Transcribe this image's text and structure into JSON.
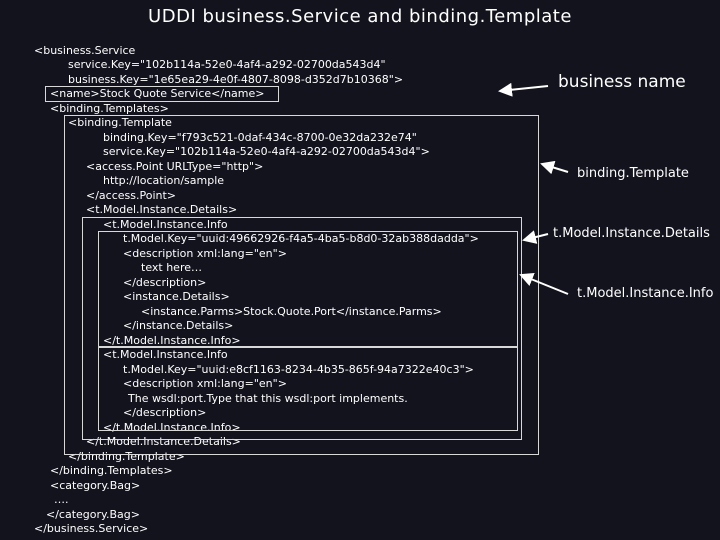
{
  "title": "UDDI business.Service and binding.Template",
  "code_lines": [
    "<business.Service",
    "service.Key=\"102b114a-52e0-4af4-a292-02700da543d4\"",
    "business.Key=\"1e65ea29-4e0f-4807-8098-d352d7b10368\">",
    "<name>Stock Quote Service</name>",
    "<binding.Templates>",
    "<binding.Template",
    "binding.Key=\"f793c521-0daf-434c-8700-0e32da232e74\"",
    "service.Key=\"102b114a-52e0-4af4-a292-02700da543d4\">",
    "<access.Point URLType=\"http\">",
    "http://location/sample",
    "</access.Point>",
    "<t.Model.Instance.Details>",
    "<t.Model.Instance.Info",
    "t.Model.Key=\"uuid:49662926-f4a5-4ba5-b8d0-32ab388dadda\">",
    "<description xml:lang=\"en\">",
    "text here…",
    "</description>",
    "<instance.Details>",
    "<instance.Parms>Stock.Quote.Port</instance.Parms>",
    "</instance.Details>",
    "</t.Model.Instance.Info>",
    "<t.Model.Instance.Info",
    "t.Model.Key=\"uuid:e8cf1163-8234-4b35-865f-94a7322e40c3\">",
    "<description xml:lang=\"en\">",
    "The wsdl:port.Type that this wsdl:port implements.",
    "</description>",
    "</t.Model.Instance.Info>",
    "</t.Model.Instance.Details>",
    "</binding.Template>",
    "</binding.Templates>",
    "<category.Bag>",
    "….",
    "</category.Bag>",
    "</business.Service>"
  ],
  "labels": {
    "business_name": "business name",
    "binding_template": "binding.Template",
    "tmodel_instance_details": "t.Model.Instance.Details",
    "tmodel_instance_info": "t.Model.Instance.Info"
  }
}
